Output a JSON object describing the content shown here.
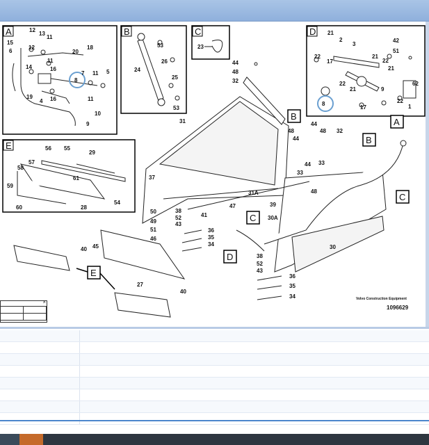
{
  "diagram": {
    "panel_labels": [
      "A",
      "B",
      "C",
      "D",
      "E"
    ],
    "callout_labels": [
      "A",
      "B",
      "C",
      "D",
      "E"
    ],
    "part_numbers": {
      "panel_a": [
        "12",
        "13",
        "11",
        "15",
        "6",
        "12",
        "20",
        "18",
        "11",
        "14",
        "16",
        "7",
        "8",
        "11",
        "5",
        "19",
        "4",
        "16",
        "11",
        "10",
        "9"
      ],
      "panel_b": [
        "53",
        "26",
        "24",
        "25",
        "53"
      ],
      "panel_c": [
        "23"
      ],
      "panel_d": [
        "21",
        "2",
        "3",
        "42",
        "22",
        "51",
        "22",
        "21",
        "17",
        "21",
        "62",
        "22",
        "21",
        "9",
        "8",
        "17",
        "22",
        "1"
      ],
      "panel_e": [
        "56",
        "55",
        "29",
        "58",
        "57",
        "61",
        "59",
        "60",
        "28",
        "54"
      ],
      "main": [
        "44",
        "48",
        "32",
        "31",
        "48",
        "44",
        "44",
        "48",
        "32",
        "37",
        "33",
        "44",
        "33",
        "48",
        "31A",
        "47",
        "39",
        "50",
        "38",
        "49",
        "52",
        "51",
        "43",
        "46",
        "41",
        "36",
        "35",
        "34",
        "30A",
        "30",
        "40",
        "45",
        "38",
        "52",
        "43",
        "36",
        "35",
        "34",
        "27",
        "40"
      ]
    },
    "brand": "Volvo Construction Equipment",
    "drawing_code": "1096629"
  },
  "mini_table": {
    "close": "×"
  }
}
